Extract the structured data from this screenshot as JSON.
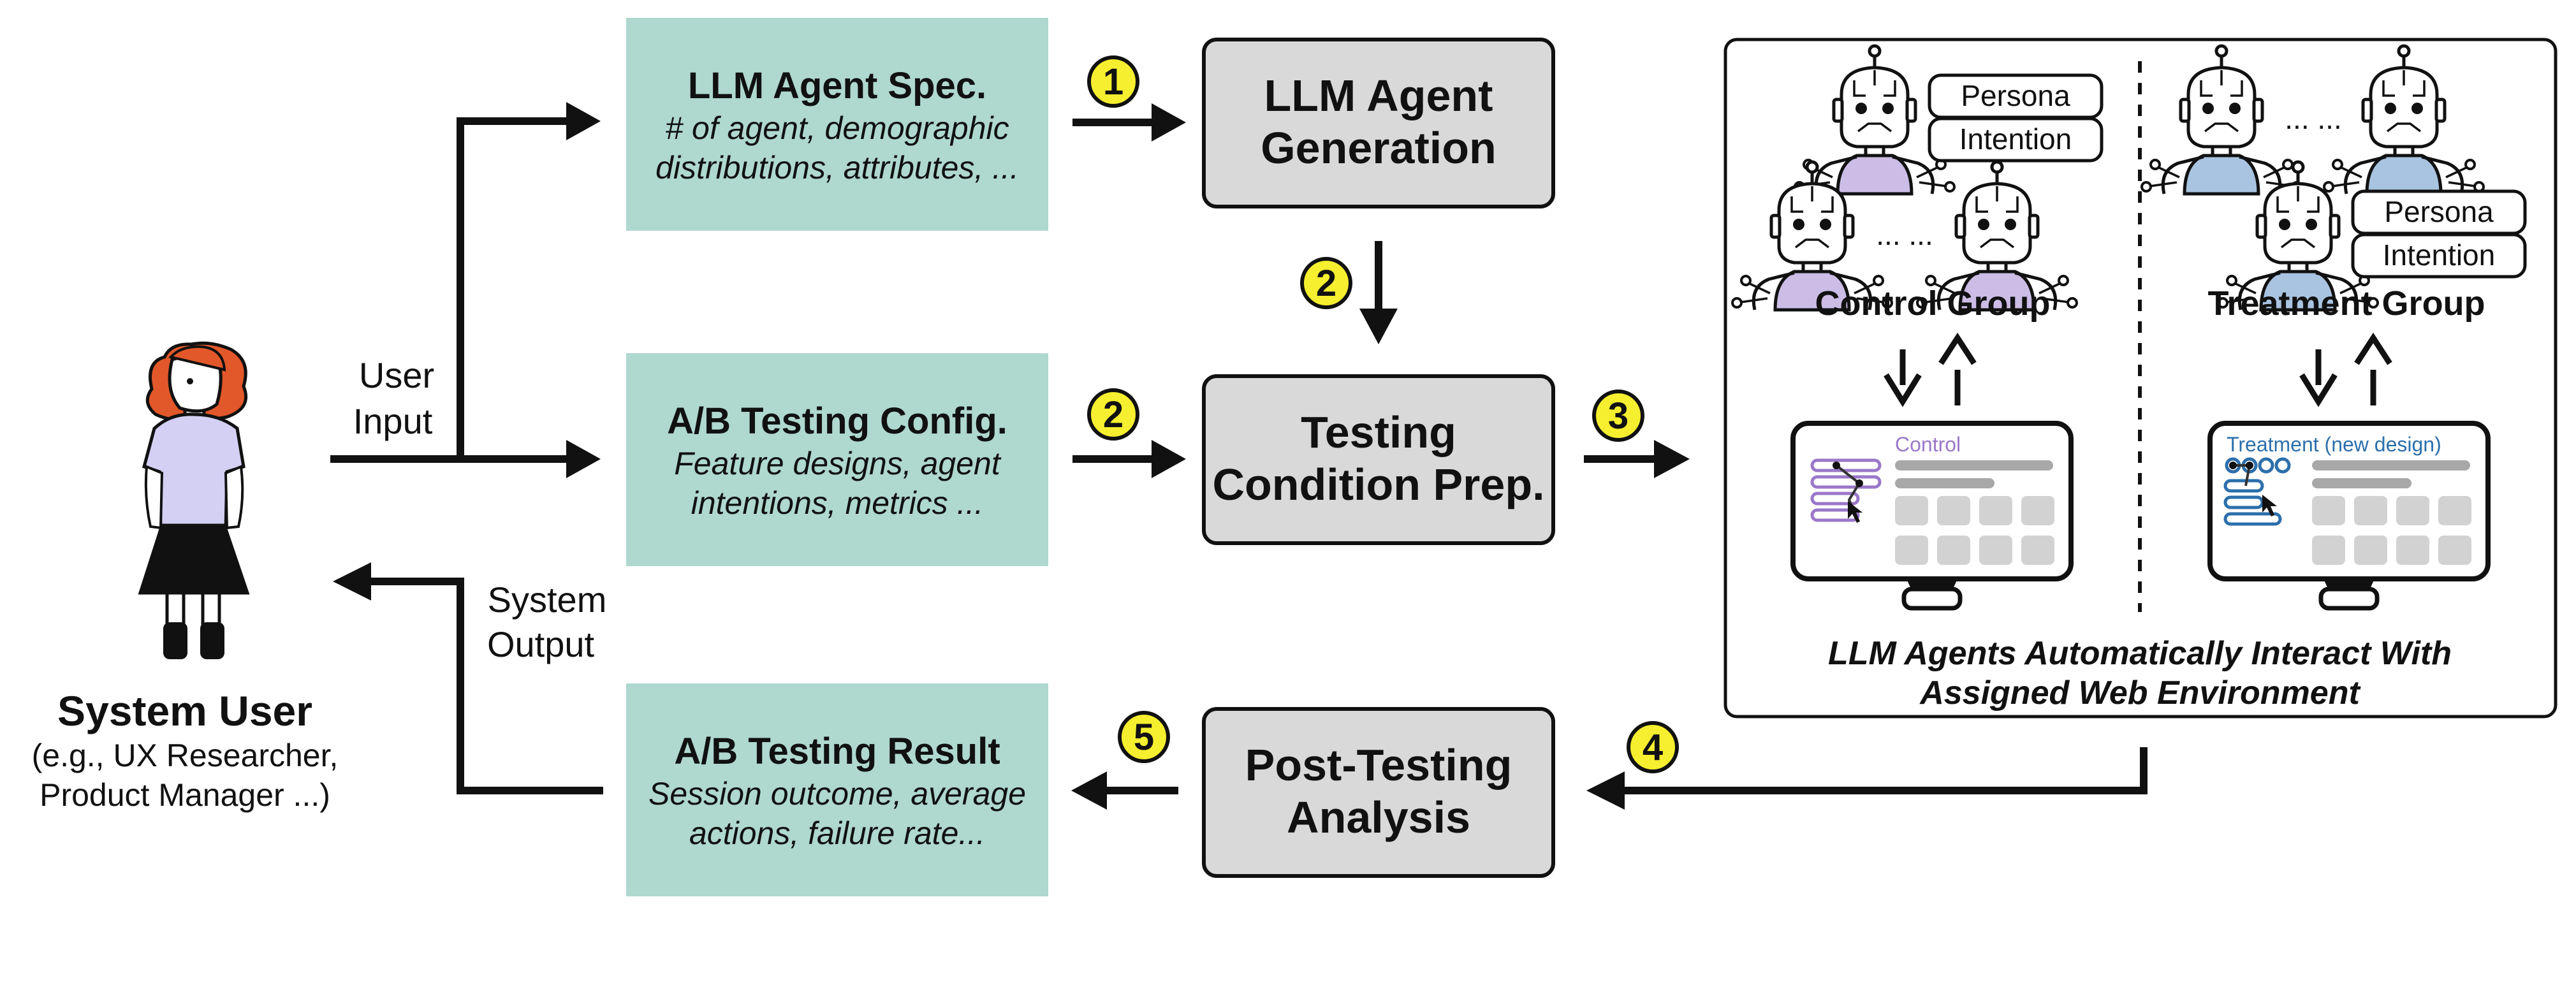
{
  "colors": {
    "spec_box": "#afd8cf",
    "process_box": "#d9d9d9",
    "badge": "#f5ef2f",
    "control_accent": "#9a78c9",
    "treatment_accent": "#2c6fab",
    "robot_control_body": "#cbbde6",
    "robot_treatment_body": "#a9c4e1",
    "screen_gray": "#a8a8a8",
    "tile_gray": "#d2d2d2",
    "hair": "#e2582a",
    "shirt": "#d3d0f3"
  },
  "user": {
    "title": "System User",
    "sub_line1": "(e.g., UX Researcher,",
    "sub_line2": "Product Manager ...)",
    "input_line1": "User",
    "input_line2": "Input",
    "output_line1": "System",
    "output_line2": "Output"
  },
  "boxes": {
    "spec": {
      "title": "LLM Agent Spec.",
      "line1": "# of agent, demographic",
      "line2": "distributions, attributes, ..."
    },
    "config": {
      "title": "A/B Testing Config.",
      "line1": "Feature designs, agent",
      "line2": "intentions, metrics ..."
    },
    "result": {
      "title": "A/B Testing Result",
      "line1": "Session outcome, average",
      "line2": "actions, failure rate..."
    },
    "generation": {
      "line1": "LLM Agent",
      "line2": "Generation"
    },
    "prep": {
      "line1": "Testing",
      "line2": "Condition Prep."
    },
    "analysis": {
      "line1": "Post-Testing",
      "line2": "Analysis"
    }
  },
  "badges": {
    "b1": "1",
    "b2a": "2",
    "b2b": "2",
    "b3": "3",
    "b4": "4",
    "b5": "5"
  },
  "env": {
    "persona": "Persona",
    "intention": "Intention",
    "ellipsis": "... ...",
    "control_group": "Control Group",
    "treatment_group": "Treatment Group",
    "control_screen": "Control",
    "treatment_screen": "Treatment (new design)",
    "caption_line1": "LLM Agents Automatically Interact With",
    "caption_line2": "Assigned Web Environment"
  }
}
